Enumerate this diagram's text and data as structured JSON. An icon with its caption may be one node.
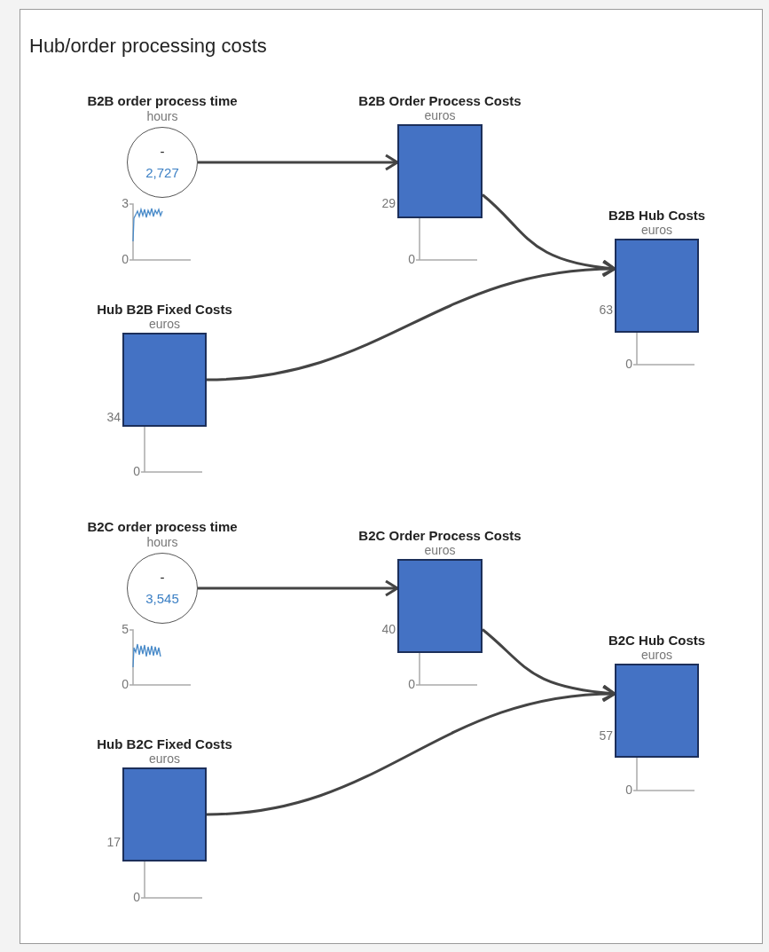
{
  "diagram": {
    "title": "Hub/order processing costs",
    "nodes": [
      {
        "text": [
          "B2B order process time",
          "hours",
          "-",
          "2,727"
        ],
        "beside": [
          "3",
          "0"
        ]
      },
      {
        "text": [
          "B2B Order Process Costs",
          "euros"
        ],
        "beside": [
          "29",
          "0"
        ]
      },
      {
        "text": [
          "B2B Hub Costs",
          "euros"
        ],
        "beside": [
          "63",
          "0"
        ]
      },
      {
        "text": [
          "Hub B2B Fixed Costs",
          "euros"
        ],
        "beside": [
          "34",
          "0"
        ]
      },
      {
        "text": [
          "B2C order process time",
          "hours",
          "-",
          "3,545"
        ],
        "beside": [
          "5",
          "0"
        ]
      },
      {
        "text": [
          "B2C Order Process Costs",
          "euros"
        ],
        "beside": [
          "40",
          "0"
        ]
      },
      {
        "text": [
          "B2C Hub Costs",
          "euros"
        ],
        "beside": [
          "57",
          "0"
        ]
      },
      {
        "text": [
          "Hub B2C Fixed Costs",
          "euros"
        ],
        "beside": [
          "17",
          "0"
        ]
      }
    ],
    "edges": [
      {
        "from": 0,
        "to": 1,
        "arrow": "to"
      },
      {
        "from": 1,
        "to": 2,
        "arrow": "to"
      },
      {
        "from": 3,
        "to": 2,
        "arrow": "to"
      },
      {
        "from": 4,
        "to": 5,
        "arrow": "to"
      },
      {
        "from": 5,
        "to": 6,
        "arrow": "to"
      },
      {
        "from": 7,
        "to": 6,
        "arrow": "to"
      }
    ]
  }
}
